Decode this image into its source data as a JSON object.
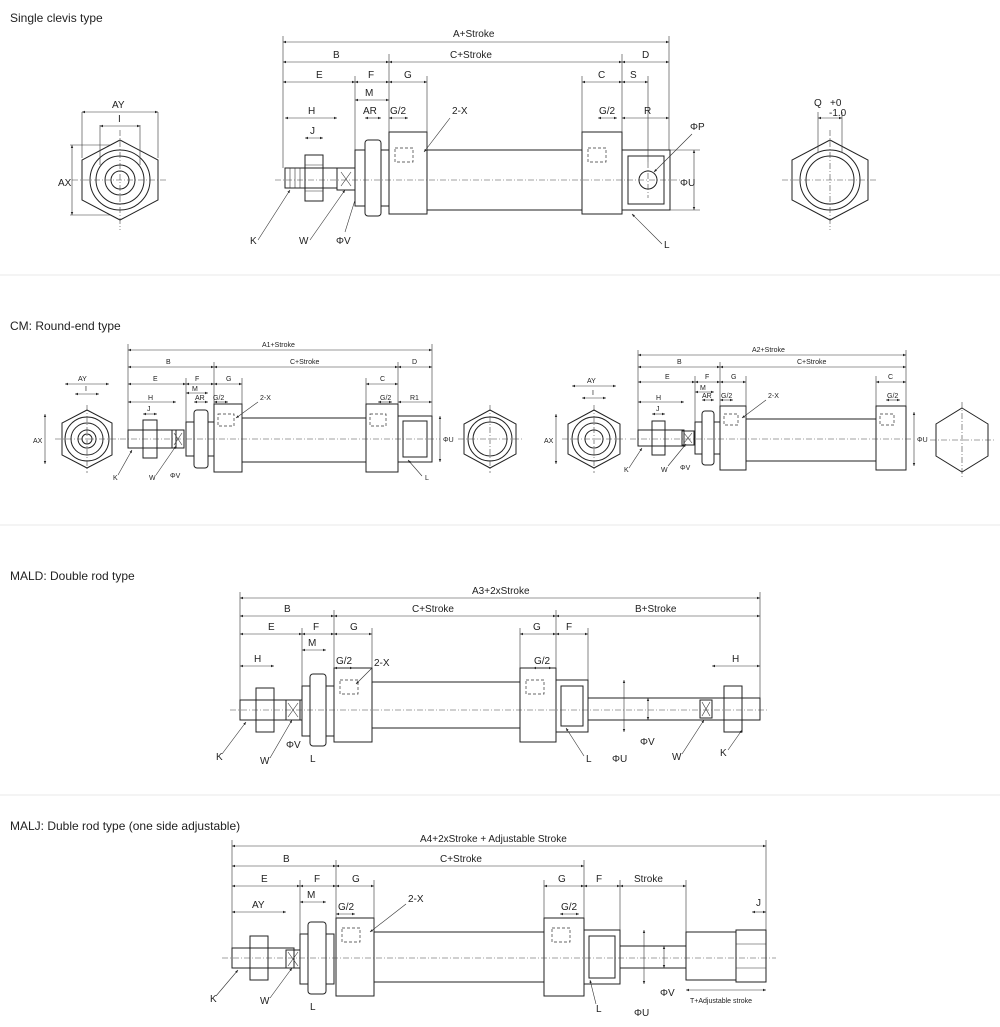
{
  "sections": {
    "single_clevis": {
      "title": "Single clevis type",
      "dims": {
        "a": "A+Stroke",
        "b": "B",
        "c_stroke": "C+Stroke",
        "d": "D",
        "e": "E",
        "f": "F",
        "g": "G",
        "c": "C",
        "s": "S",
        "m": "M",
        "h": "H",
        "ar": "AR",
        "g2a": "G/2",
        "x": "2-X",
        "g2b": "G/2",
        "r": "R",
        "j": "J",
        "phi_p": "ΦP",
        "phi_u": "ΦU",
        "k": "K",
        "w": "W",
        "phi_v": "ΦV",
        "l": "L",
        "ay": "AY",
        "i": "I",
        "ax": "AX",
        "q": "Q",
        "q_tol_top": "+0",
        "q_tol_bot": "-1.0"
      }
    },
    "cm": {
      "title": "CM: Round-end type",
      "left": {
        "a1": "A1+Stroke",
        "b": "B",
        "c_stroke": "C+Stroke",
        "e": "E",
        "f": "F",
        "g": "G",
        "c": "C",
        "d": "D",
        "m": "M",
        "ar": "AR",
        "g2a": "G/2",
        "x": "2-X",
        "g2b": "G/2",
        "r1": "R1",
        "h": "H",
        "j": "J",
        "k": "K",
        "w": "W",
        "phi_v": "ΦV",
        "l": "L",
        "phi_u": "ΦU",
        "ay": "AY",
        "i": "I",
        "ax": "AX"
      },
      "right": {
        "a2": "A2+Stroke",
        "b": "B",
        "c_stroke": "C+Stroke",
        "e": "E",
        "f": "F",
        "g": "G",
        "c": "C",
        "m": "M",
        "ar": "AR",
        "g2a": "G/2",
        "x": "2-X",
        "g2b": "G/2",
        "h": "H",
        "j": "J",
        "k": "K",
        "w": "W",
        "phi_v": "ΦV",
        "phi_u": "ΦU",
        "ay": "AY",
        "i": "I",
        "ax": "AX"
      }
    },
    "mald": {
      "title": "MALD: Double rod type",
      "dims": {
        "a3": "A3+2xStroke",
        "b": "B",
        "c_stroke": "C+Stroke",
        "b_stroke": "B+Stroke",
        "e": "E",
        "f": "F",
        "g": "G",
        "g_r": "G",
        "f_r": "F",
        "m": "M",
        "g2a": "G/2",
        "x": "2-X",
        "g2b": "G/2",
        "h": "H",
        "h_r": "H",
        "k": "K",
        "w": "W",
        "phi_v": "ΦV",
        "l": "L",
        "l_r": "L",
        "phi_u": "ΦU",
        "phi_v_r": "ΦV",
        "w_r": "W",
        "k_r": "K"
      }
    },
    "malj": {
      "title": "MALJ: Duble rod type (one side adjustable)",
      "dims": {
        "a4": "A4+2xStroke + Adjustable Stroke",
        "b": "B",
        "c_stroke": "C+Stroke",
        "e": "E",
        "f": "F",
        "g": "G",
        "g_r": "G",
        "f_r": "F",
        "stroke": "Stroke",
        "m": "M",
        "g2a": "G/2",
        "x": "2-X",
        "g2b": "G/2",
        "ay": "AY",
        "j": "J",
        "k": "K",
        "w": "W",
        "l": "L",
        "l_r": "L",
        "phi_u": "ΦU",
        "phi_v": "ΦV",
        "t_adj": "T+Adjustable stroke"
      }
    }
  }
}
